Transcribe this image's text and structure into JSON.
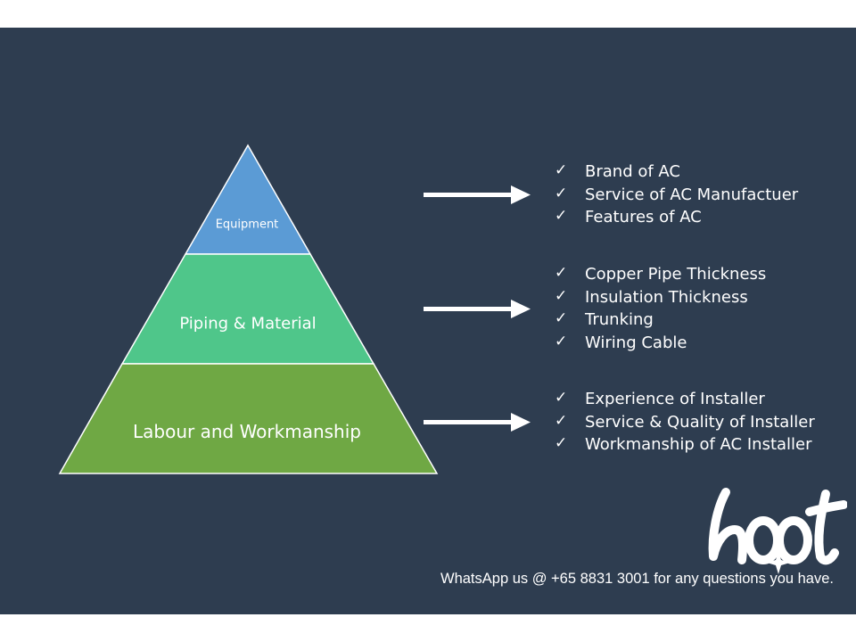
{
  "colors": {
    "background": "#2e3d50",
    "equipment": "#5b9bd5",
    "piping": "#4fc68a",
    "labour": "#6fa844",
    "text": "#ffffff"
  },
  "pyramid": {
    "tiers": [
      {
        "label": "Equipment"
      },
      {
        "label": "Piping & Material"
      },
      {
        "label": "Labour and Workmanship"
      }
    ]
  },
  "lists": [
    {
      "items": [
        "Brand of AC",
        "Service of AC Manufactuer",
        "Features of AC"
      ]
    },
    {
      "items": [
        "Copper Pipe Thickness",
        "Insulation Thickness",
        "Trunking",
        "Wiring Cable"
      ]
    },
    {
      "items": [
        "Experience of Installer",
        "Service & Quality of Installer",
        "Workmanship of AC Installer"
      ]
    }
  ],
  "check_glyph": "✓",
  "logo": {
    "text": "hoot"
  },
  "footer": {
    "contact": "WhatsApp us @ +65 8831 3001 for any questions you have."
  }
}
